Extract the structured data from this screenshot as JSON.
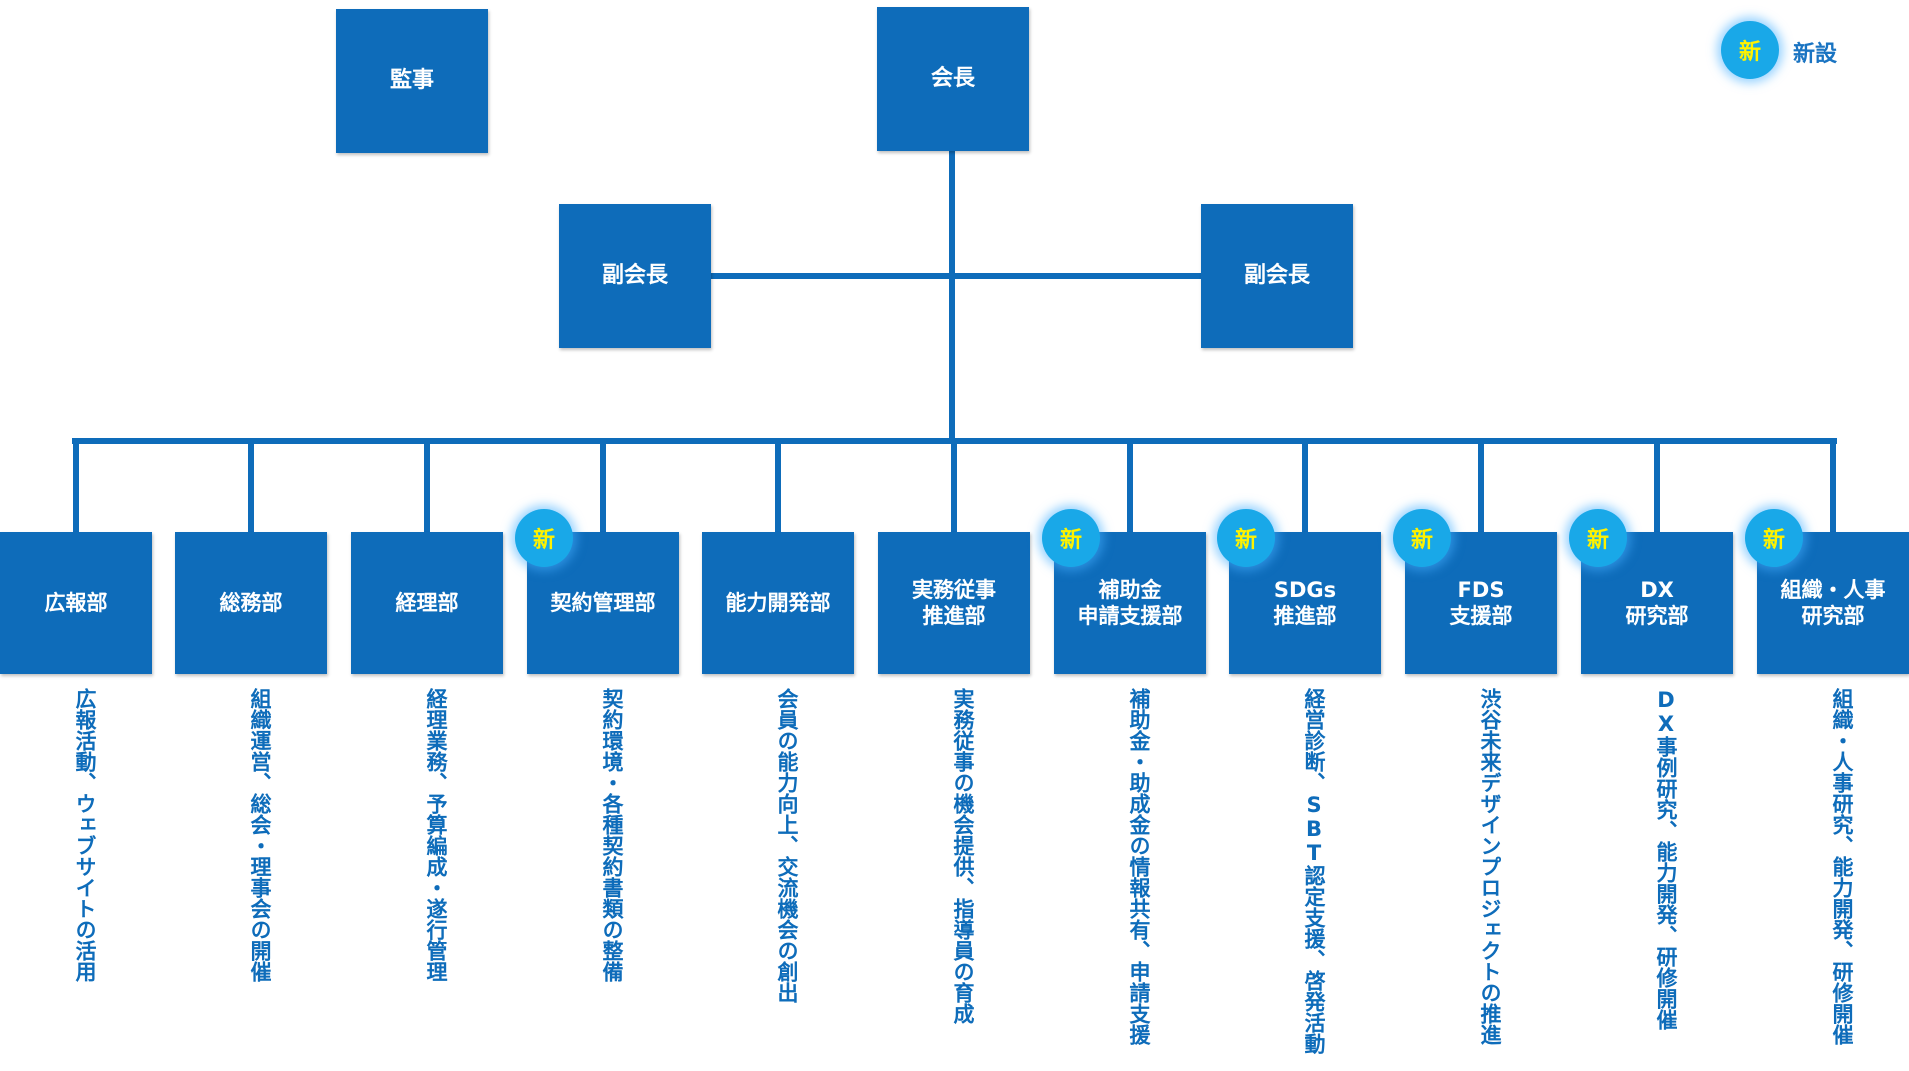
{
  "legend": {
    "badge": "新",
    "label": "新設"
  },
  "top": {
    "auditor": "監事",
    "chairman": "会長",
    "vice_left": "副会長",
    "vice_right": "副会長"
  },
  "departments": [
    {
      "name": "広報部",
      "desc": "広報活動、ウェブサイトの活用",
      "is_new": false
    },
    {
      "name": "総務部",
      "desc": "組織運営、総会・理事会の開催",
      "is_new": false
    },
    {
      "name": "経理部",
      "desc": "経理業務、予算編成・遂行管理",
      "is_new": false
    },
    {
      "name": "契約管理部",
      "desc": "契約環境・各種契約書類の整備",
      "is_new": true,
      "badge": "新"
    },
    {
      "name": "能力開発部",
      "desc": "会員の能力向上、交流機会の創出",
      "is_new": false
    },
    {
      "name": "実務従事\n推進部",
      "desc": "実務従事の機会提供、指導員の育成",
      "is_new": false
    },
    {
      "name": "補助金\n申請支援部",
      "desc": "補助金・助成金の情報共有、申請支援",
      "is_new": true,
      "badge": "新"
    },
    {
      "name": "SDGs\n推進部",
      "desc": "経営診断、SBT認定支援、啓発活動",
      "is_new": true,
      "badge": "新"
    },
    {
      "name": "FDS\n支援部",
      "desc": "渋谷未来デザインプロジェクトの推進",
      "is_new": true,
      "badge": "新"
    },
    {
      "name": "DX\n研究部",
      "desc": "DX事例研究、能力開発、研修開催",
      "is_new": true,
      "badge": "新"
    },
    {
      "name": "組織・人事\n研究部",
      "desc": "組織・人事研究、能力開発、研修開催",
      "is_new": true,
      "badge": "新"
    }
  ],
  "colors": {
    "box": "#0E6CBA",
    "badge": "#19A8E8",
    "badge_text": "#FFF200",
    "desc_text": "#0E6CBA"
  }
}
